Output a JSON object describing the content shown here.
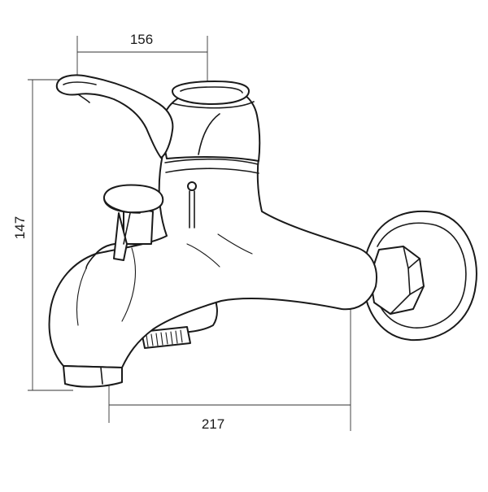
{
  "dimensions": {
    "top_width": "156",
    "height": "147",
    "bottom_width": "217"
  },
  "colors": {
    "line": "#1a1a1a",
    "background": "#ffffff"
  }
}
